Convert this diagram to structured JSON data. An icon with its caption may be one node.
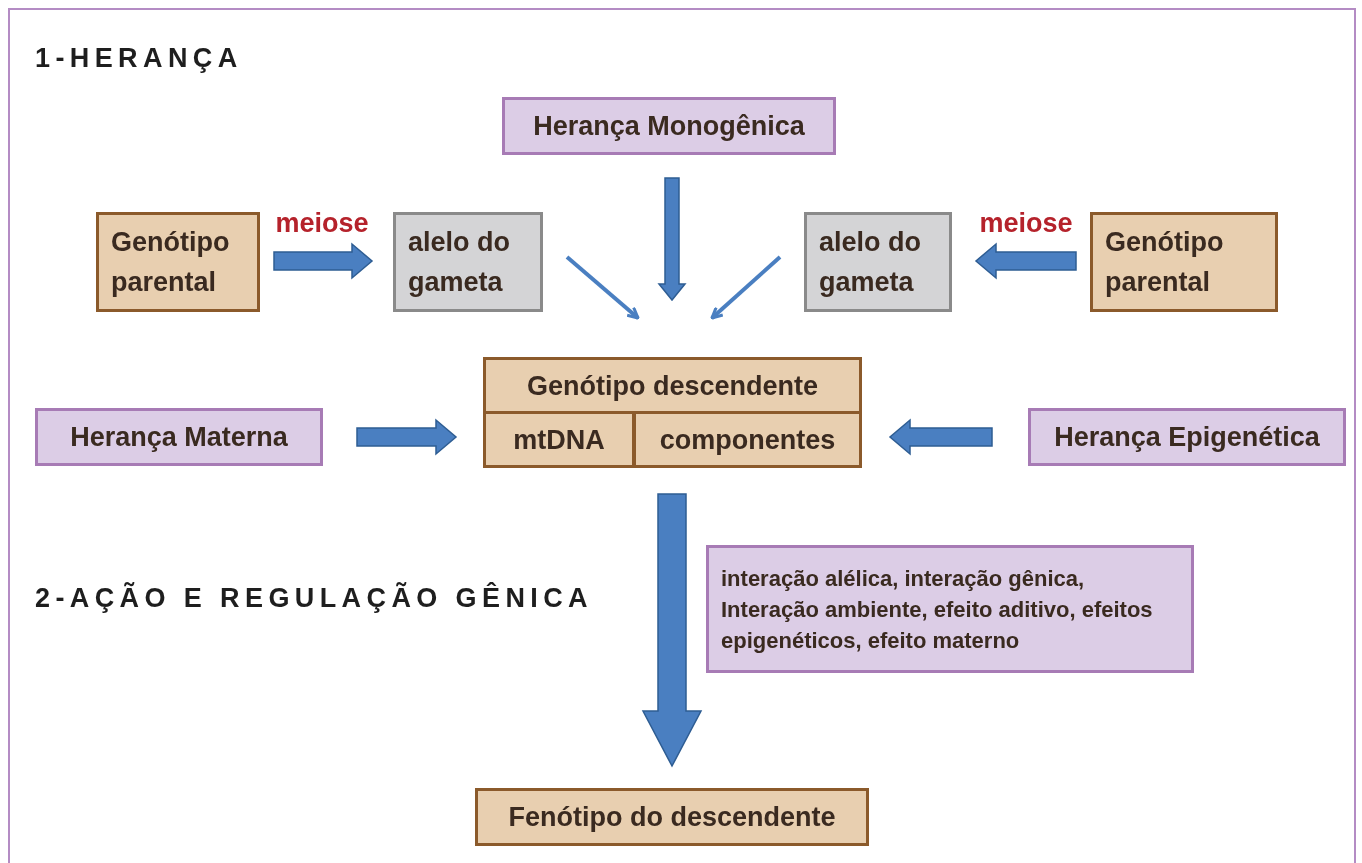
{
  "diagram": {
    "nodes": [
      {
        "text": [
          "Herança Monogênica"
        ]
      },
      {
        "text": [
          "Genótipo parental"
        ]
      },
      {
        "text": [
          "alelo do gameta"
        ]
      },
      {
        "text": [
          "alelo do gameta"
        ]
      },
      {
        "text": [
          "Genótipo parental"
        ]
      },
      {
        "text": [
          "Herança Materna"
        ]
      },
      {
        "text": [
          "Genótipo descendente"
        ]
      },
      {
        "text": [
          "mtDNA"
        ],
        "in": 6
      },
      {
        "text": [
          "componentes"
        ],
        "in": 6
      },
      {
        "text": [
          "Herança Epigenética"
        ]
      },
      {
        "text": [
          "interação alélica, interação gênica, Interação ambiente, efeito aditivo, efeitos epigenéticos, efeito materno"
        ]
      },
      {
        "text": [
          "Fenótipo do descendente"
        ]
      }
    ],
    "edges": [
      {
        "from": 1,
        "to": 2,
        "arrow": "to",
        "label": "meiose",
        "style": "thick"
      },
      {
        "from": 4,
        "to": 3,
        "arrow": "to",
        "label": "meiose",
        "style": "thick"
      },
      {
        "from": 2,
        "to": 6,
        "arrow": "to"
      },
      {
        "from": 0,
        "to": 6,
        "arrow": "to",
        "style": "thick"
      },
      {
        "from": 3,
        "to": 6,
        "arrow": "to"
      },
      {
        "from": 5,
        "to": 6,
        "arrow": "to",
        "style": "thick"
      },
      {
        "from": 9,
        "to": 6,
        "arrow": "to",
        "style": "thick"
      },
      {
        "from": 6,
        "to": 11,
        "arrow": "to",
        "style": "thick"
      }
    ],
    "labels": [
      "1-HERANÇA",
      "2-AÇÃO E REGULAÇÃO GÊNICA"
    ]
  }
}
